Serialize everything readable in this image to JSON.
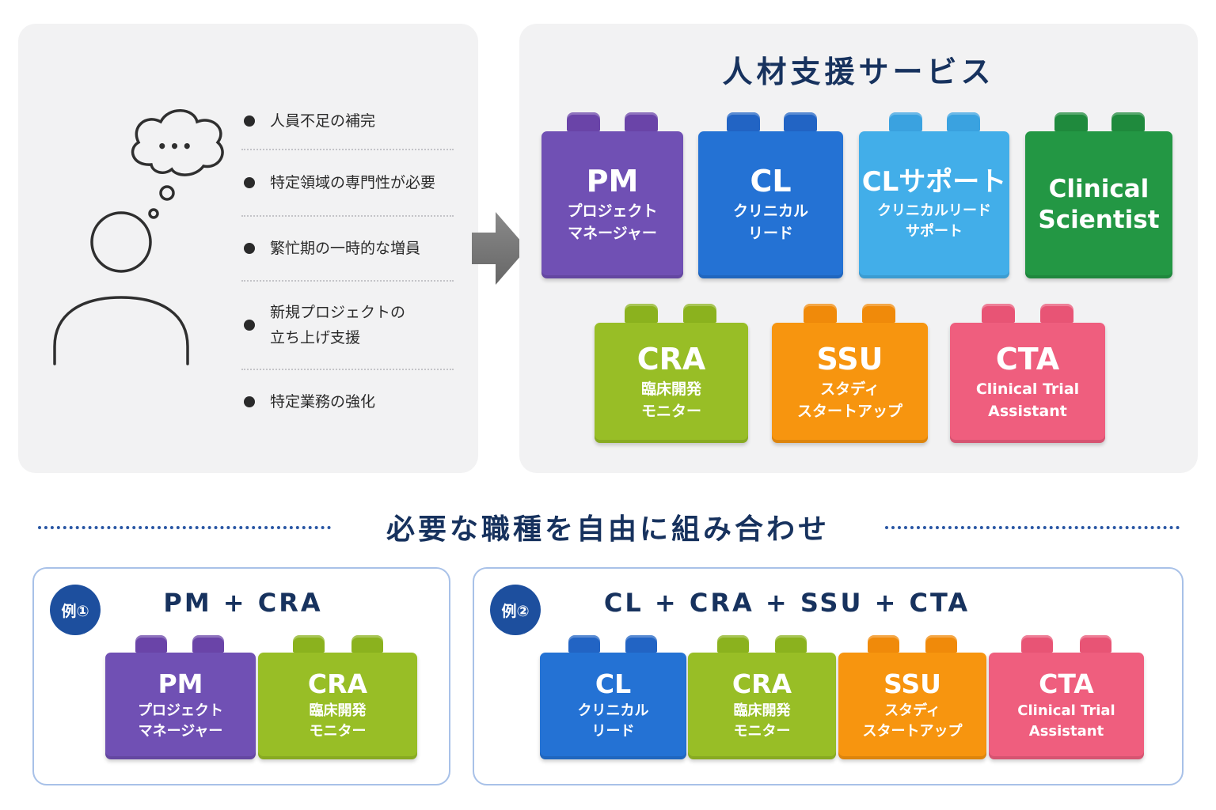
{
  "needs": [
    "人員不足の補完",
    "特定領域の専門性が必要",
    "繁忙期の一時的な増員",
    "新規プロジェクトの\n立ち上げ支援",
    "特定業務の強化"
  ],
  "thought_bubble_text": "•••",
  "service_title": "人材支援サービス",
  "services": [
    {
      "id": "pm",
      "abbr": "PM",
      "sub": "プロジェクト\nマネージャー",
      "color": "#7050b4",
      "stud": "#6a44a8"
    },
    {
      "id": "cl",
      "abbr": "CL",
      "sub": "クリニカル\nリード",
      "color": "#2472d4",
      "stud": "#2264c4"
    },
    {
      "id": "cl-support",
      "abbr": "CLサポート",
      "sub": "クリニカルリード\nサポート",
      "color": "#42aee9",
      "stud": "#3aa2e0"
    },
    {
      "id": "clinical-scientist",
      "abbr": "Clinical\nScientist",
      "sub": "",
      "color": "#239744",
      "stud": "#1f8a3d"
    },
    {
      "id": "cra",
      "abbr": "CRA",
      "sub": "臨床開発\nモニター",
      "color": "#98be26",
      "stud": "#8bb21e"
    },
    {
      "id": "ssu",
      "abbr": "SSU",
      "sub": "スタディ\nスタートアップ",
      "color": "#f7950f",
      "stud": "#f08a0a"
    },
    {
      "id": "cta",
      "abbr": "CTA",
      "sub": "Clinical Trial\nAssistant",
      "color": "#ef5e7e",
      "stud": "#e85475"
    }
  ],
  "combine_heading": "必要な職種を自由に組み合わせ",
  "examples": [
    {
      "badge": "例①",
      "label": "PM + CRA"
    },
    {
      "badge": "例②",
      "label": "CL + CRA + SSU + CTA"
    }
  ],
  "colors": {
    "navy": "#17325e",
    "badge": "#1d4f9e",
    "panel": "#f2f2f3",
    "example_border": "#a8c1e8"
  }
}
